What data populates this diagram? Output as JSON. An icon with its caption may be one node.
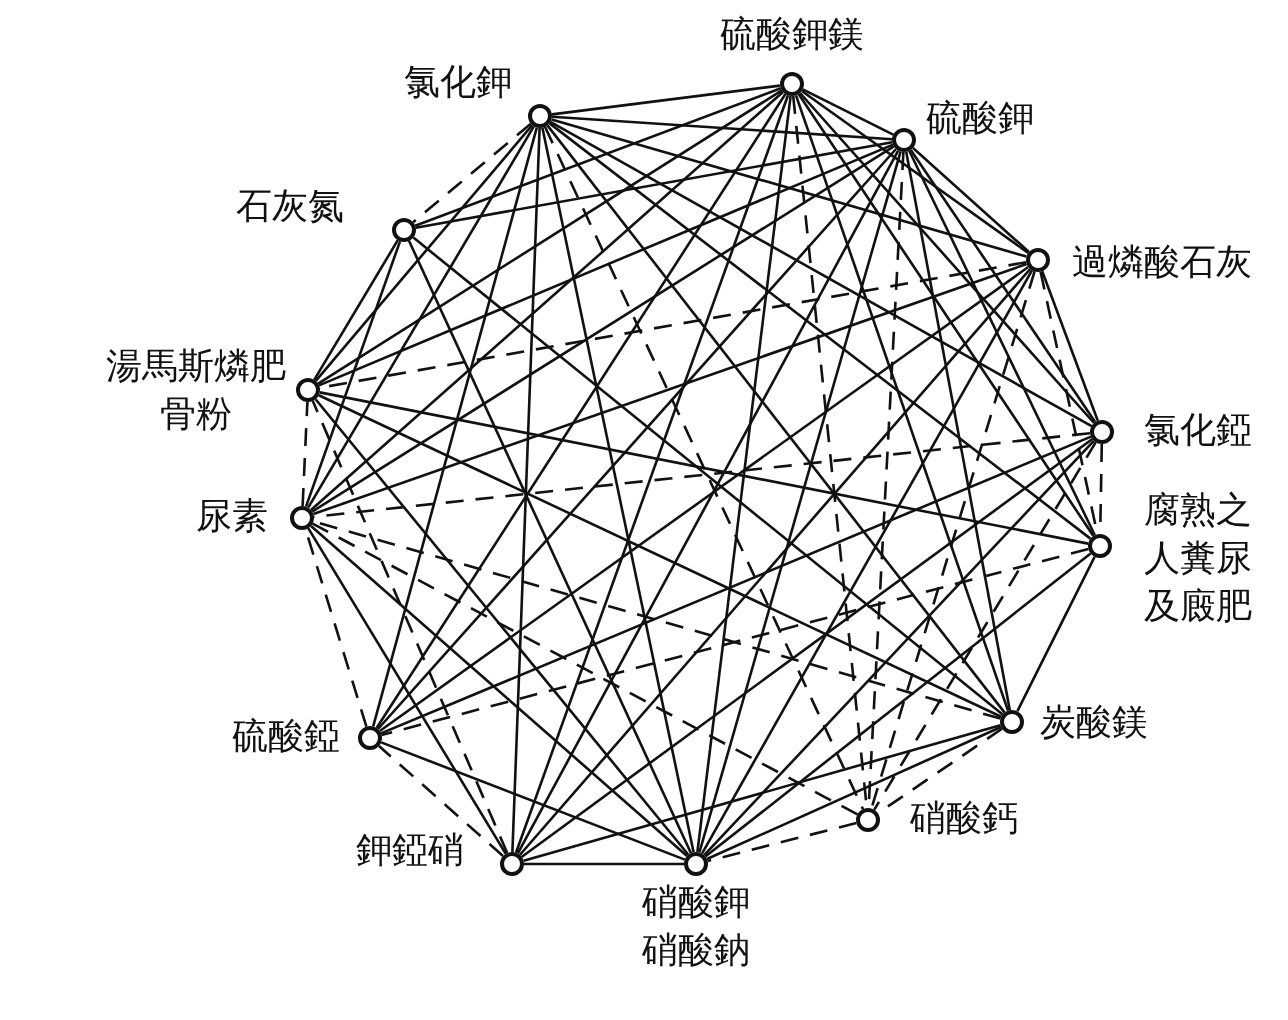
{
  "diagram": {
    "nodes": [
      {
        "text": [
          "硫酸鉀鎂"
        ]
      },
      {
        "text": [
          "硫酸鉀"
        ]
      },
      {
        "text": [
          "過燐酸石灰"
        ]
      },
      {
        "text": [
          "氯化錏"
        ]
      },
      {
        "text": [
          "腐熟之人糞尿及廄肥"
        ]
      },
      {
        "text": [
          "炭酸鎂"
        ]
      },
      {
        "text": [
          "硝酸鈣"
        ]
      },
      {
        "text": [
          "硝酸鉀",
          "硝酸鈉"
        ]
      },
      {
        "text": [
          "鉀錏硝"
        ]
      },
      {
        "text": [
          "硫酸錏"
        ]
      },
      {
        "text": [
          "尿素"
        ]
      },
      {
        "text": [
          "湯馬斯燐肥",
          "骨粉"
        ]
      },
      {
        "text": [
          "石灰氮"
        ]
      },
      {
        "text": [
          "氯化鉀"
        ]
      }
    ],
    "edges": [
      {
        "from": 0,
        "to": 13,
        "arrow": "none"
      },
      {
        "from": 0,
        "to": 1,
        "arrow": "none"
      },
      {
        "from": 0,
        "to": 2,
        "arrow": "none"
      },
      {
        "from": 0,
        "to": 3,
        "arrow": "none"
      },
      {
        "from": 0,
        "to": 4,
        "arrow": "none"
      },
      {
        "from": 0,
        "to": 5,
        "arrow": "none"
      },
      {
        "from": 0,
        "to": 6,
        "arrow": "none",
        "style": "dashed"
      },
      {
        "from": 0,
        "to": 7,
        "arrow": "none"
      },
      {
        "from": 0,
        "to": 8,
        "arrow": "none"
      },
      {
        "from": 0,
        "to": 9,
        "arrow": "none"
      },
      {
        "from": 0,
        "to": 10,
        "arrow": "none"
      },
      {
        "from": 0,
        "to": 11,
        "arrow": "none"
      },
      {
        "from": 0,
        "to": 12,
        "arrow": "none"
      },
      {
        "from": 1,
        "to": 13,
        "arrow": "none"
      },
      {
        "from": 1,
        "to": 2,
        "arrow": "none"
      },
      {
        "from": 1,
        "to": 3,
        "arrow": "none"
      },
      {
        "from": 1,
        "to": 4,
        "arrow": "none"
      },
      {
        "from": 1,
        "to": 5,
        "arrow": "none"
      },
      {
        "from": 1,
        "to": 6,
        "arrow": "none",
        "style": "dashed"
      },
      {
        "from": 1,
        "to": 7,
        "arrow": "none"
      },
      {
        "from": 1,
        "to": 8,
        "arrow": "none"
      },
      {
        "from": 1,
        "to": 9,
        "arrow": "none"
      },
      {
        "from": 1,
        "to": 10,
        "arrow": "none"
      },
      {
        "from": 1,
        "to": 11,
        "arrow": "none"
      },
      {
        "from": 1,
        "to": 12,
        "arrow": "none"
      },
      {
        "from": 13,
        "to": 2,
        "arrow": "none"
      },
      {
        "from": 13,
        "to": 3,
        "arrow": "none"
      },
      {
        "from": 13,
        "to": 4,
        "arrow": "none"
      },
      {
        "from": 13,
        "to": 5,
        "arrow": "none"
      },
      {
        "from": 13,
        "to": 6,
        "arrow": "none",
        "style": "dashed"
      },
      {
        "from": 13,
        "to": 7,
        "arrow": "none"
      },
      {
        "from": 13,
        "to": 8,
        "arrow": "none"
      },
      {
        "from": 13,
        "to": 9,
        "arrow": "none"
      },
      {
        "from": 13,
        "to": 10,
        "arrow": "none"
      },
      {
        "from": 13,
        "to": 11,
        "arrow": "none"
      },
      {
        "from": 13,
        "to": 12,
        "arrow": "none",
        "style": "dashed"
      },
      {
        "from": 2,
        "to": 3,
        "arrow": "none"
      },
      {
        "from": 2,
        "to": 4,
        "arrow": "none",
        "style": "dashed"
      },
      {
        "from": 2,
        "to": 6,
        "arrow": "none",
        "style": "dashed"
      },
      {
        "from": 2,
        "to": 7,
        "arrow": "none"
      },
      {
        "from": 2,
        "to": 8,
        "arrow": "none"
      },
      {
        "from": 2,
        "to": 9,
        "arrow": "none"
      },
      {
        "from": 2,
        "to": 10,
        "arrow": "none"
      },
      {
        "from": 2,
        "to": 11,
        "arrow": "none",
        "style": "dashed"
      },
      {
        "from": 3,
        "to": 4,
        "arrow": "none",
        "style": "dashed"
      },
      {
        "from": 3,
        "to": 6,
        "arrow": "none",
        "style": "dashed"
      },
      {
        "from": 3,
        "to": 7,
        "arrow": "none"
      },
      {
        "from": 3,
        "to": 8,
        "arrow": "none"
      },
      {
        "from": 3,
        "to": 9,
        "arrow": "none"
      },
      {
        "from": 3,
        "to": 10,
        "arrow": "none",
        "style": "dashed"
      },
      {
        "from": 4,
        "to": 5,
        "arrow": "none"
      },
      {
        "from": 4,
        "to": 7,
        "arrow": "none"
      },
      {
        "from": 4,
        "to": 9,
        "arrow": "none",
        "style": "dashed"
      },
      {
        "from": 4,
        "to": 11,
        "arrow": "none"
      },
      {
        "from": 5,
        "to": 6,
        "arrow": "none",
        "style": "dashed"
      },
      {
        "from": 5,
        "to": 7,
        "arrow": "none"
      },
      {
        "from": 5,
        "to": 8,
        "arrow": "none"
      },
      {
        "from": 5,
        "to": 10,
        "arrow": "none",
        "style": "dashed"
      },
      {
        "from": 5,
        "to": 11,
        "arrow": "none"
      },
      {
        "from": 5,
        "to": 12,
        "arrow": "none"
      },
      {
        "from": 6,
        "to": 7,
        "arrow": "none",
        "style": "dashed"
      },
      {
        "from": 6,
        "to": 10,
        "arrow": "none",
        "style": "dashed"
      },
      {
        "from": 7,
        "to": 8,
        "arrow": "none"
      },
      {
        "from": 7,
        "to": 9,
        "arrow": "none"
      },
      {
        "from": 7,
        "to": 10,
        "arrow": "none"
      },
      {
        "from": 7,
        "to": 11,
        "arrow": "none"
      },
      {
        "from": 7,
        "to": 12,
        "arrow": "none"
      },
      {
        "from": 8,
        "to": 9,
        "arrow": "none",
        "style": "dashed"
      },
      {
        "from": 8,
        "to": 10,
        "arrow": "none"
      },
      {
        "from": 8,
        "to": 11,
        "arrow": "none",
        "style": "dashed"
      },
      {
        "from": 9,
        "to": 10,
        "arrow": "none",
        "style": "dashed"
      },
      {
        "from": 10,
        "to": 11,
        "arrow": "none",
        "style": "dashed"
      },
      {
        "from": 10,
        "to": 12,
        "arrow": "none"
      },
      {
        "from": 11,
        "to": 12,
        "arrow": "none"
      }
    ]
  }
}
